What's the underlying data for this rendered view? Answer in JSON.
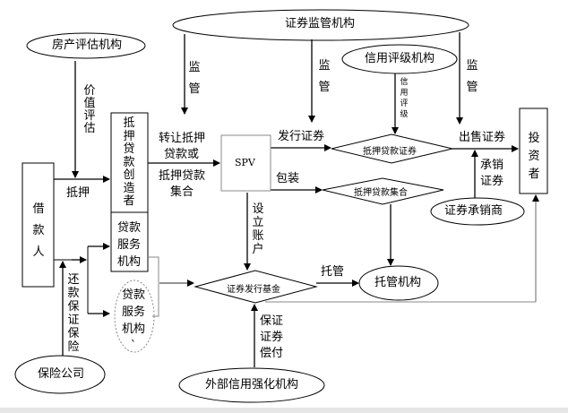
{
  "nodes": {
    "regulator": "证券监管机构",
    "appraiser": "房产评估机构",
    "originator": "抵押贷款创造者",
    "servicer": "贷款服务机构",
    "servicer_alt": "贷款服务机构`",
    "borrower": "借款人",
    "spv": "SPV",
    "rating_agency": "信用评级机构",
    "mbs": "抵押贷款证券",
    "pool": "抵押贷款集合",
    "investor": "投资者",
    "underwriter": "证券承销商",
    "trustee": "托管机构",
    "issue_fund": "证券发行基金",
    "credit_enhancer": "外部信用强化机构",
    "insurer": "保险公司"
  },
  "edges": {
    "valuation": "价值评估",
    "mortgage": "抵押",
    "transfer_line1": "转让抵押",
    "transfer_line2": "贷款或",
    "transfer_line3": "抵押贷款",
    "transfer_line4": "集合",
    "supervise_left": "监管",
    "supervise_mid": "监管",
    "supervise_right": "监管",
    "issue_securities": "发行证券",
    "credit_rating": "信用评级",
    "sell_securities": "出售证券",
    "underwrite": "承销证券",
    "package": "包装",
    "open_account": "设立账户",
    "custody": "托管",
    "guarantee_payment": "保证证券偿付",
    "repayment_insurance": "还款保证保险"
  }
}
